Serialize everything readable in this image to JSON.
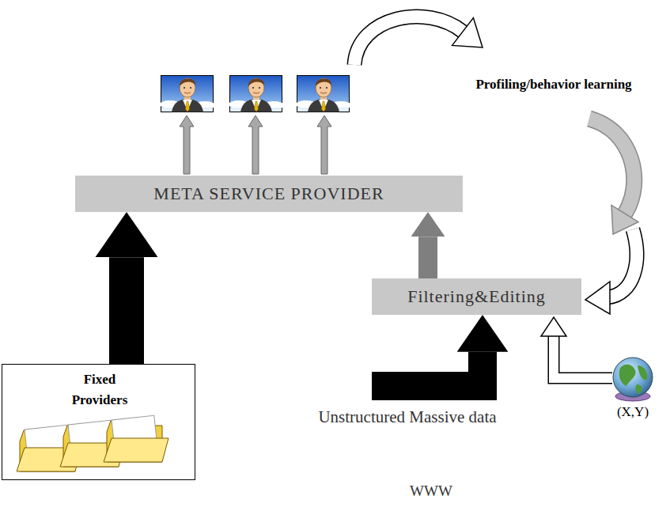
{
  "diagram": {
    "nodes": [
      {
        "text": [
          "META SERVICE PROVIDER"
        ]
      },
      {
        "text": [
          "Filtering&Editing"
        ]
      },
      {
        "text": [
          "Fixed Providers"
        ]
      },
      {
        "text": [
          "Unstructured Massive data",
          "WWW"
        ]
      }
    ],
    "edges": [
      {
        "from": 2,
        "to": 0,
        "arrow": "to"
      },
      {
        "from": 1,
        "to": 0,
        "arrow": "to"
      },
      {
        "from": 3,
        "to": 1,
        "arrow": "to"
      }
    ],
    "labels": [
      "Profiling/behavior learning",
      "(X,Y)"
    ]
  }
}
